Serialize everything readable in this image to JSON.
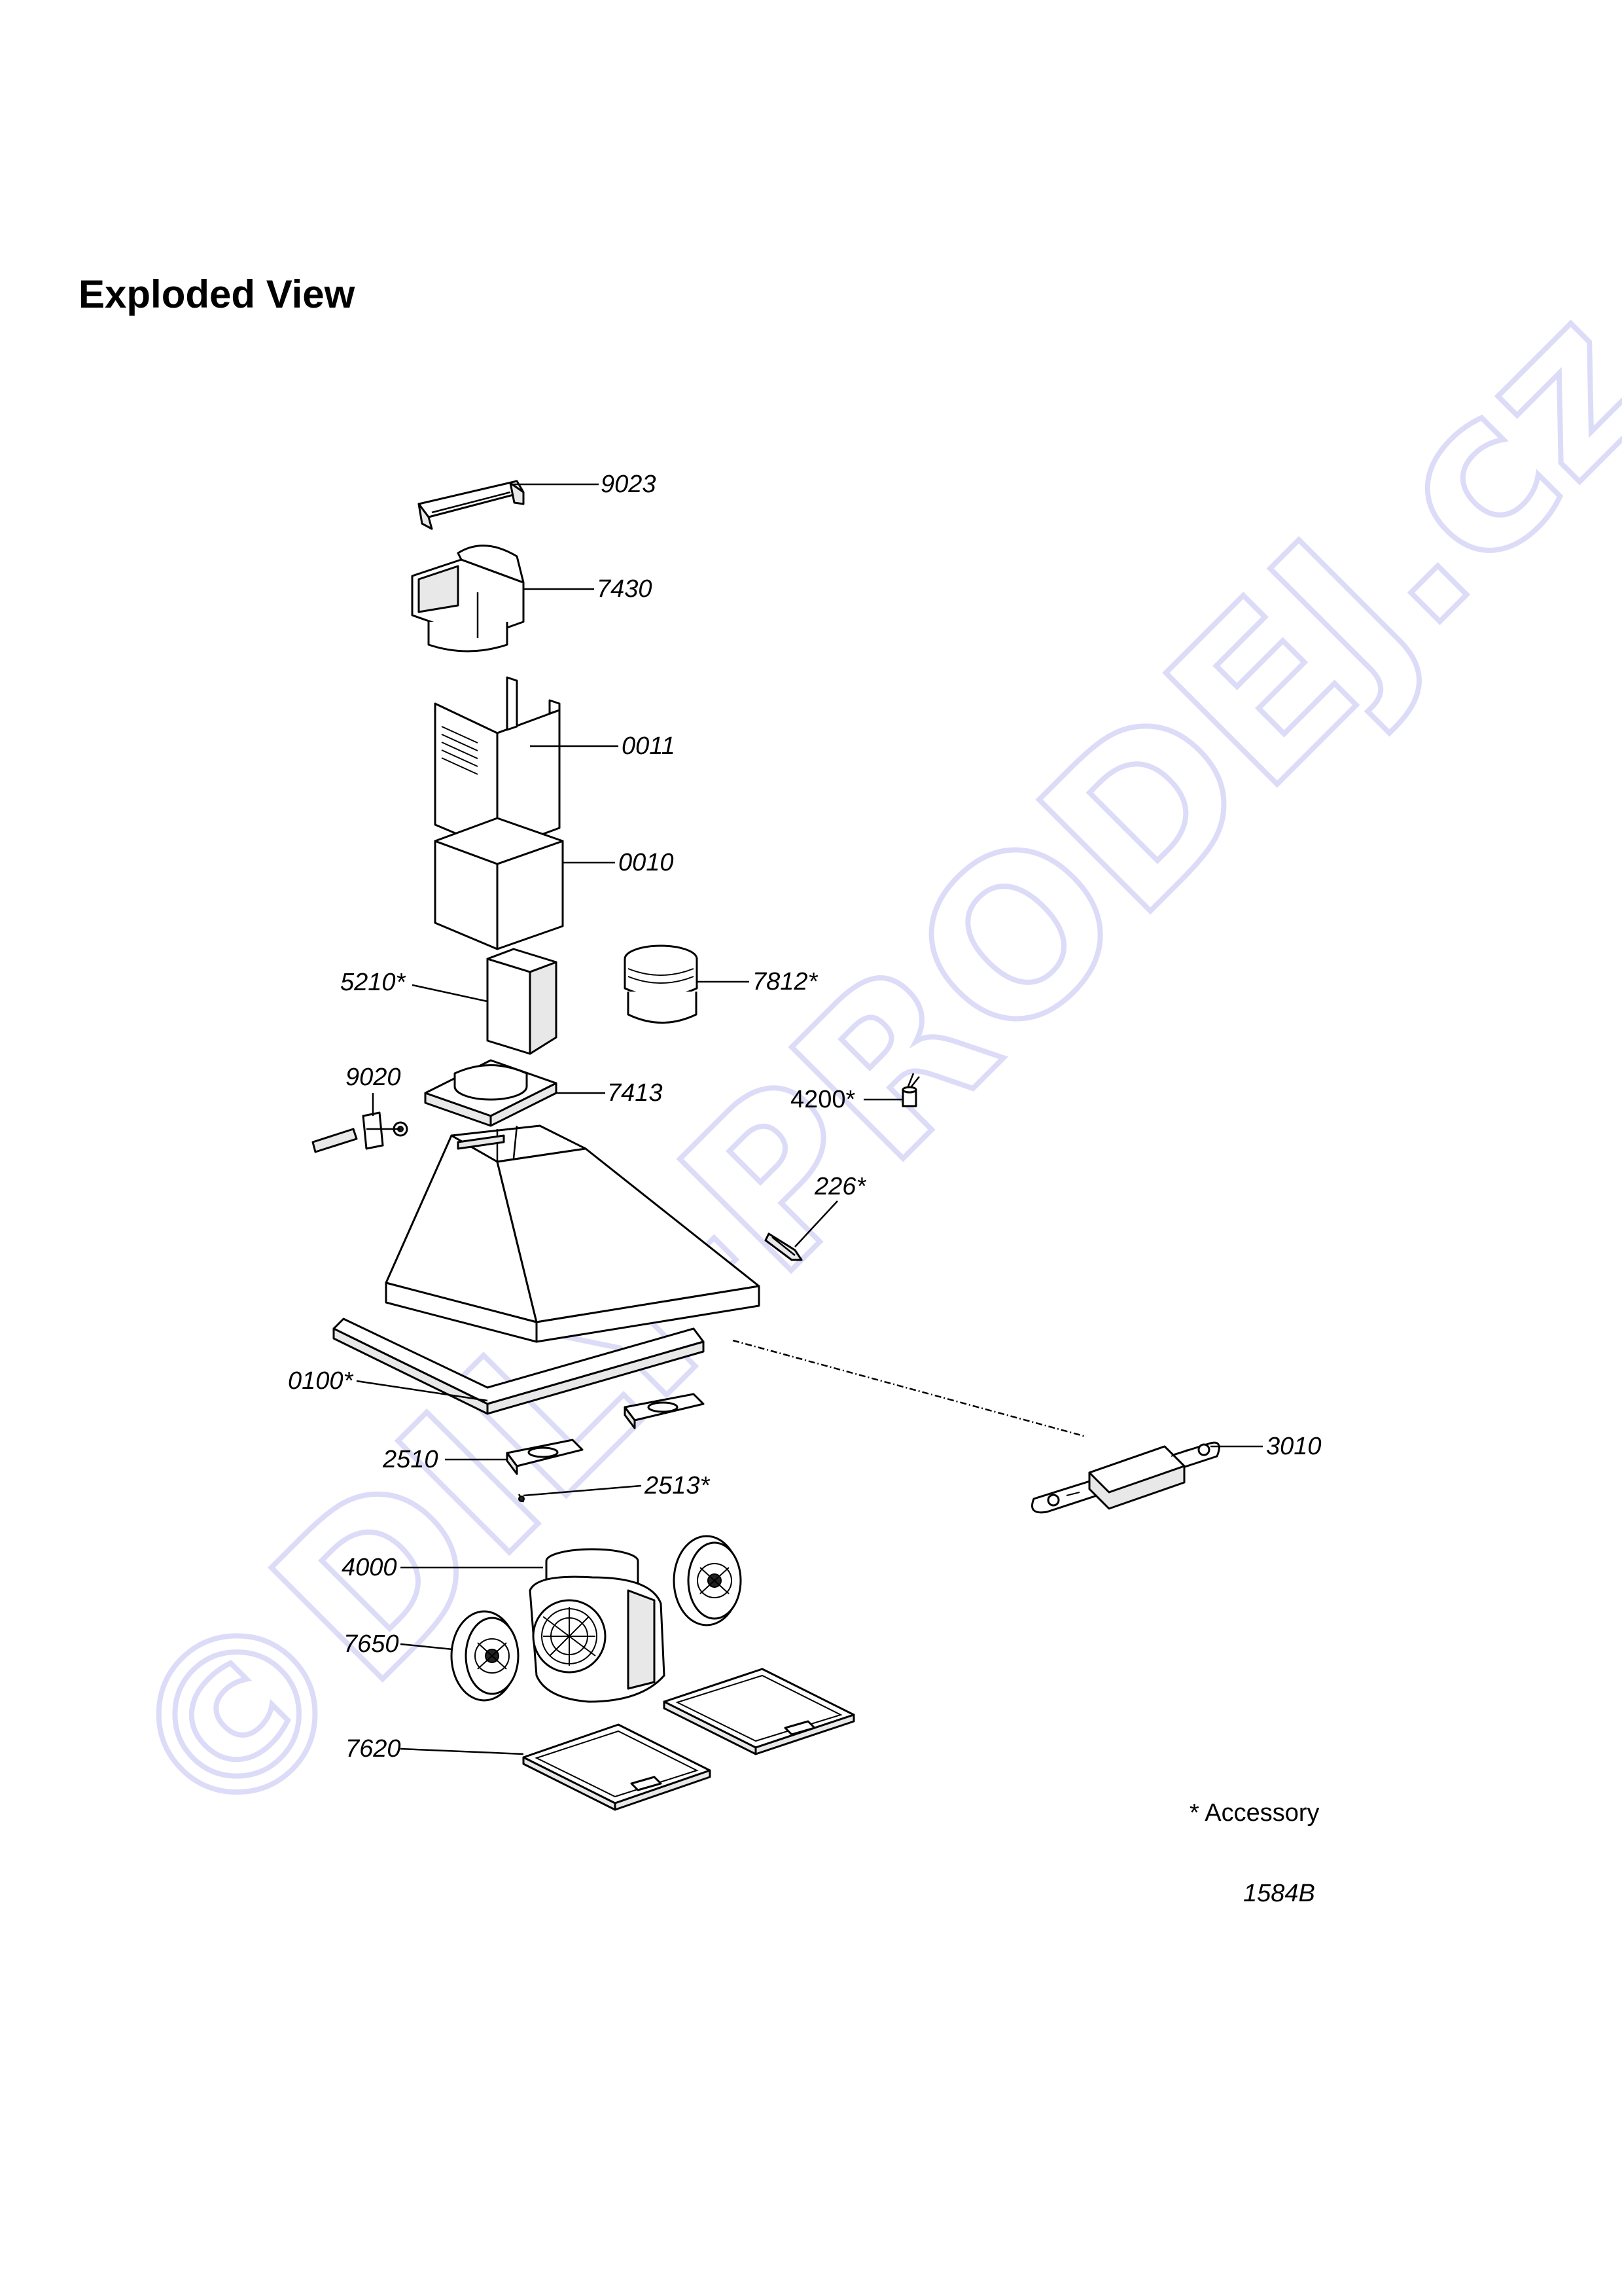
{
  "document": {
    "title": "Exploded View",
    "accessory_note": "* Accessory",
    "drawing_code": "1584B",
    "watermark": "©DILY-PRODEJ.cz"
  },
  "parts": [
    {
      "id": "p9023",
      "label": "9023"
    },
    {
      "id": "p7430",
      "label": "7430"
    },
    {
      "id": "p0011",
      "label": "0011"
    },
    {
      "id": "p0010",
      "label": "0010"
    },
    {
      "id": "p5210",
      "label": "5210*"
    },
    {
      "id": "p7812",
      "label": "7812*"
    },
    {
      "id": "p9020",
      "label": "9020"
    },
    {
      "id": "p7413",
      "label": "7413"
    },
    {
      "id": "p4200",
      "label": "4200*"
    },
    {
      "id": "p226",
      "label": "226*"
    },
    {
      "id": "p0100",
      "label": "0100*"
    },
    {
      "id": "p3010",
      "label": "3010"
    },
    {
      "id": "p2510",
      "label": "2510"
    },
    {
      "id": "p2513",
      "label": "2513*"
    },
    {
      "id": "p4000",
      "label": "4000"
    },
    {
      "id": "p7650",
      "label": "7650"
    },
    {
      "id": "p7620",
      "label": "7620"
    }
  ]
}
